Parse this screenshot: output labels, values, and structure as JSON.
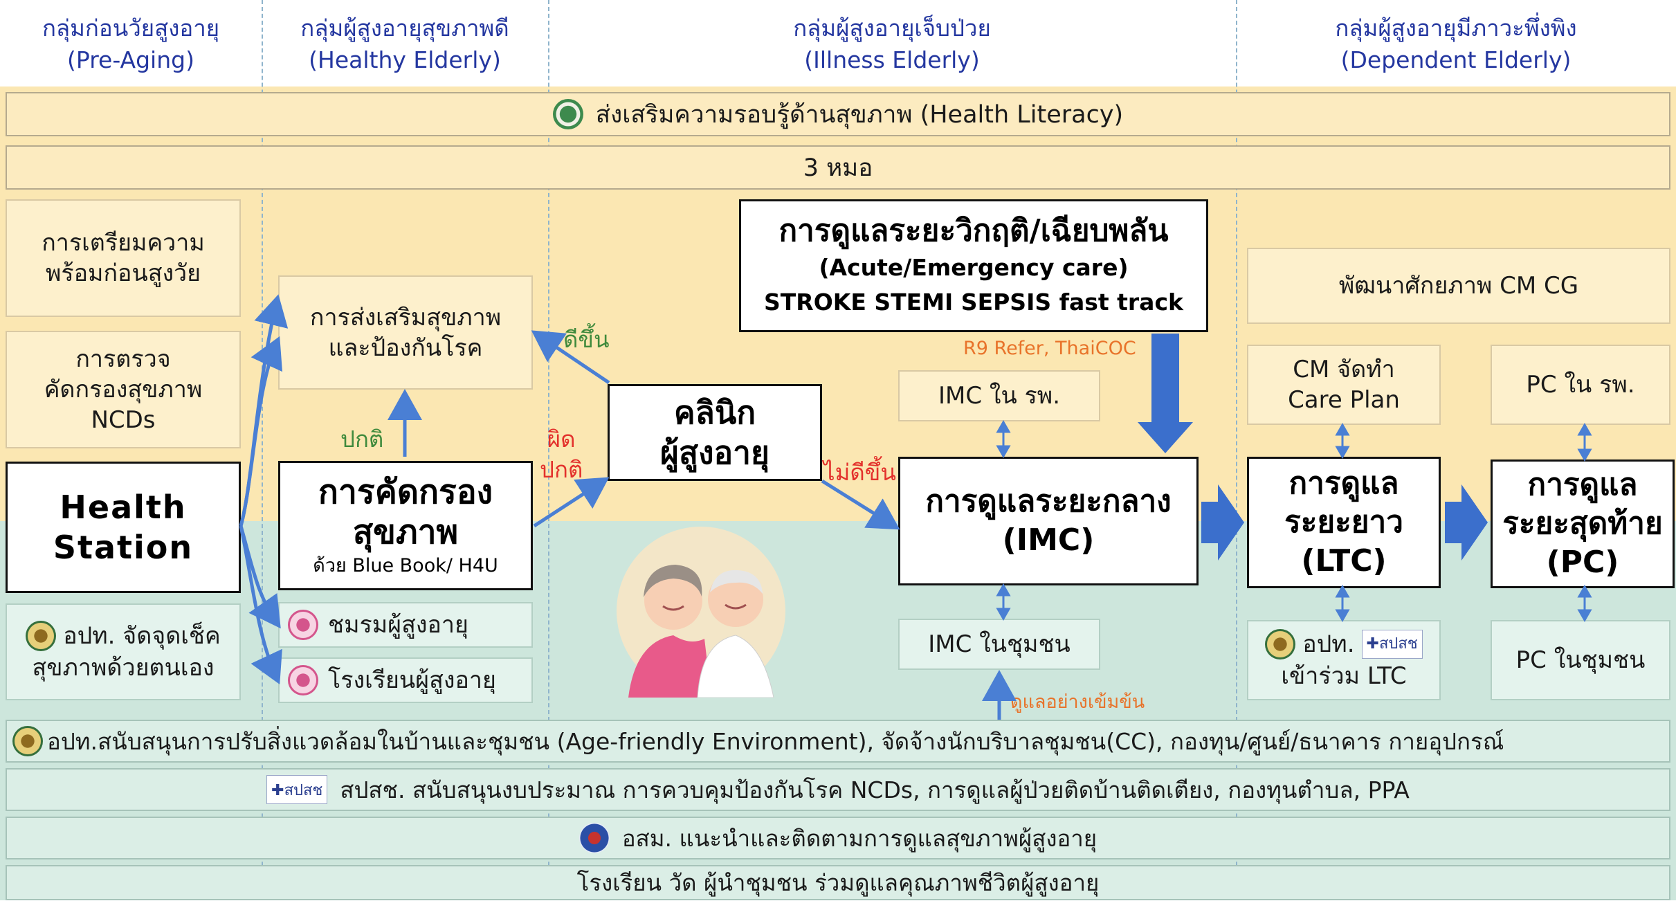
{
  "columns": [
    {
      "th": "กลุ่มก่อนวัยสูงอายุ",
      "en": "(Pre-Aging)"
    },
    {
      "th": "กลุ่มผู้สูงอายุสุขภาพดี",
      "en": "(Healthy Elderly)"
    },
    {
      "th": "กลุ่มผู้สูงอายุเจ็บป่วย",
      "en": "(Illness Elderly)"
    },
    {
      "th": "กลุ่มผู้สูงอายุมีภาวะพึ่งพิง",
      "en": "(Dependent Elderly)"
    }
  ],
  "bands": {
    "health_literacy": "ส่งเสริมความรอบรู้ด้านสุขภาพ (Health Literacy)",
    "three_mor": "3 หมอ",
    "opt_support": "อปท.สนับสนุนการปรับสิ่งแวดล้อมในบ้านและชุมชน (Age-friendly Environment), จัดจ้างนักบริบาลชุมชน(CC), กองทุน/ศูนย์/ธนาคาร กายอุปกรณ์",
    "nhso": "สปสช. สนับสนุนงบประมาณ การควบคุมป้องกันโรค NCDs, การดูแลผู้ป่วยติดบ้านติดเตียง, กองทุนตำบล, PPA",
    "osm": "อสม. แนะนำและติดตามการดูแลสุขภาพผู้สูงอายุ",
    "community": "โรงเรียน วัด ผู้นำชุมชน ร่วมดูแลคุณภาพชีวิตผู้สูงอายุ"
  },
  "nhso_logo": "✚สปสช",
  "pre_aging": {
    "prep": [
      "การเตรียมความ",
      "พร้อมก่อนสูงวัย"
    ],
    "screen": [
      "การตรวจ",
      "คัดกรองสุขภาพ",
      "NCDs"
    ],
    "station": [
      "Health",
      "Station"
    ],
    "self_check": [
      "อปท. จัดจุดเช็ค",
      "สุขภาพด้วยตนเอง"
    ]
  },
  "healthy": {
    "promo": [
      "การส่งเสริมสุขภาพ",
      "และป้องกันโรค"
    ],
    "screening": [
      "การคัดกรอง",
      "สุขภาพ"
    ],
    "screening_sub": "ด้วย Blue Book/ H4U",
    "club": "ชมรมผู้สูงอายุ",
    "school": "โรงเรียนผู้สูงอายุ",
    "normal": "ปกติ",
    "abnormal": [
      "ผิด",
      "ปกติ"
    ],
    "better": "ดีขึ้น"
  },
  "illness": {
    "acute": [
      "การดูแลระยะวิกฤติ/เฉียบพลัน",
      "(Acute/Emergency care)",
      "STROKE STEMI SEPSIS fast track"
    ],
    "refer": "R9 Refer, ThaiCOC",
    "clinic": [
      "คลินิก",
      "ผู้สูงอายุ"
    ],
    "not_better": "ไม่ดีขึ้น",
    "imc_hosp": "IMC ใน รพ.",
    "imc": [
      "การดูแลระยะกลาง",
      "(IMC)"
    ],
    "imc_comm": "IMC ในชุมชน",
    "intensive": "ดูแลอย่างเข้มข้น"
  },
  "dependent": {
    "develop": "พัฒนาศักยภาพ CM CG",
    "care_plan": [
      "CM จัดทำ",
      "Care Plan"
    ],
    "pc_hosp": "PC ใน รพ.",
    "ltc": [
      "การดูแล",
      "ระยะยาว",
      "(LTC)"
    ],
    "pc": [
      "การดูแล",
      "ระยะสุดท้าย",
      "(PC)"
    ],
    "ltc_join_a": "อปท.",
    "ltc_join_b": "เข้าร่วม LTC",
    "pc_comm": "PC ในชุมชน"
  },
  "colors": {
    "yellow_bg": "#fbe7b2",
    "green_bg": "#cde6dc",
    "arrow": "#4a7fd4",
    "header": "#2437a0"
  }
}
